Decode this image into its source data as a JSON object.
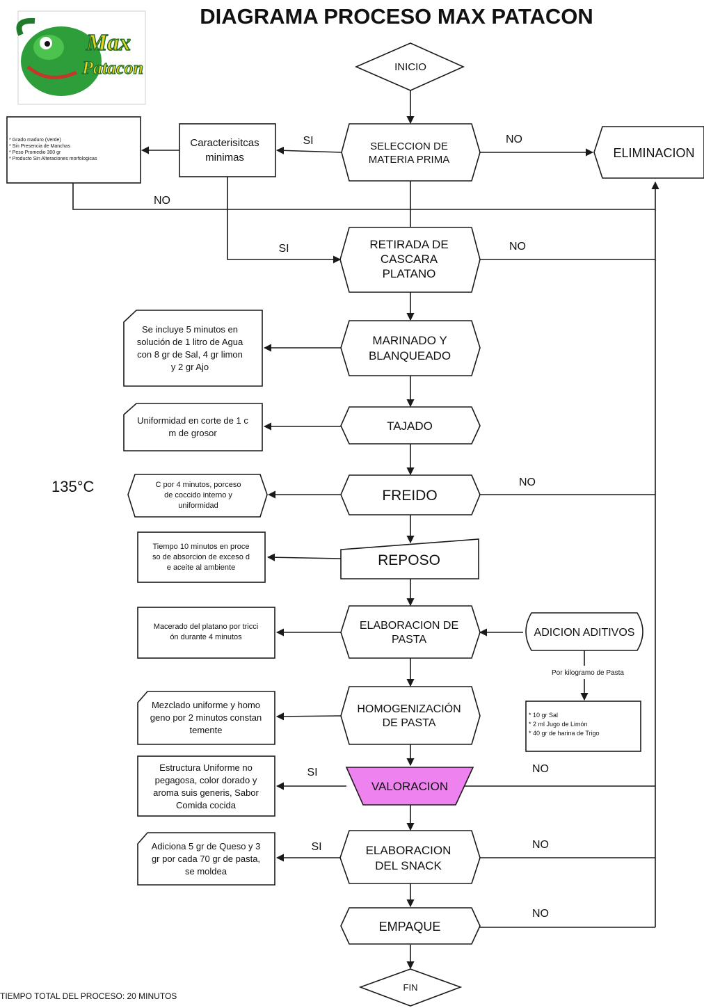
{
  "title": "DIAGRAMA PROCESO MAX PATACON",
  "logo": {
    "line1": "Max",
    "line2": "Patacon"
  },
  "nodes": {
    "inicio": "INICIO",
    "seleccion": [
      "SELECCION DE",
      "MATERIA PRIMA"
    ],
    "eliminacion": "ELIMINACION",
    "caracteristicas": [
      "Caracterisitcas",
      "minimas"
    ],
    "caract_list": [
      "* Grado maduro (Verde)",
      "* Sin Presencia de Manchas",
      "* Peso Promedio 300 gr",
      "* Producto Sin Alteraciones morfologicas"
    ],
    "retirada": [
      "RETIRADA DE",
      "CASCARA",
      "PLATANO"
    ],
    "marinado": [
      "MARINADO Y",
      "BLANQUEADO"
    ],
    "marinado_note": [
      "Se incluye 5 minutos en",
      "solución de 1 litro de Agua",
      "con 8 gr de Sal, 4 gr limon",
      "y 2 gr Ajo"
    ],
    "tajado": "TAJADO",
    "tajado_note": [
      "Uniformidad en corte de 1 c",
      "m de grosor"
    ],
    "freido": "FREIDO",
    "freido_temp": "135°C",
    "freido_note": [
      "C por 4 minutos, porceso",
      "de coccido interno y",
      "uniformidad"
    ],
    "reposo": "REPOSO",
    "reposo_note": [
      "Tiempo 10 minutos en proce",
      "so de absorcion de exceso d",
      "e aceite al ambiente"
    ],
    "pasta": [
      "ELABORACION DE",
      "PASTA"
    ],
    "pasta_note": [
      "Macerado del platano por tricci",
      "ón durante 4 minutos"
    ],
    "aditivos": "ADICION ADITIVOS",
    "por_kg": "Por kilogramo de Pasta",
    "aditivos_list": [
      "* 10 gr Sal",
      "* 2 ml Jugo de Limón",
      "* 40 gr de harina de Trigo"
    ],
    "homogen": [
      "HOMOGENIZACIÓN",
      "DE PASTA"
    ],
    "homogen_note": [
      "Mezclado uniforme y homo",
      "geno por 2 minutos constan",
      "temente"
    ],
    "valoracion": "VALORACION",
    "valoracion_note": [
      "Estructura Uniforme no",
      "pegagosa, color dorado y",
      "aroma suis generis, Sabor",
      "Comida cocida"
    ],
    "snack": [
      "ELABORACION",
      "DEL SNACK"
    ],
    "snack_note": [
      "Adiciona 5 gr de Queso y 3",
      "gr por cada 70 gr de pasta,",
      "se moldea"
    ],
    "empaque": "EMPAQUE",
    "fin": "FIN"
  },
  "labels": {
    "si": "SI",
    "no": "NO"
  },
  "footer": "TIEMPO TOTAL DEL PROCESO:  20 MINUTOS",
  "colors": {
    "valoracion_fill": "#ee82ee",
    "logo_green": "#2e9e3a",
    "logo_yellow": "#e8d21f"
  }
}
